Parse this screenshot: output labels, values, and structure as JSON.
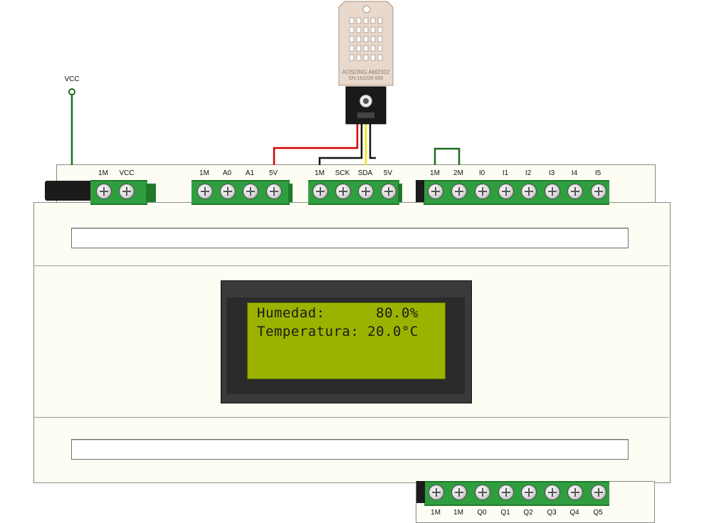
{
  "vcc_label": "VCC",
  "sensor": {
    "brand": "AOSONG AM2302",
    "serial": "SN:161026 806"
  },
  "top_labels": {
    "block1": [
      "1M",
      "VCC"
    ],
    "block2": [
      "1M",
      "A0",
      "A1",
      "5V"
    ],
    "block3": [
      "1M",
      "SCK",
      "SDA",
      "5V"
    ],
    "block4": [
      "1M",
      "2M",
      "I0",
      "I1",
      "I2",
      "I3",
      "I4",
      "I5"
    ]
  },
  "bottom_labels": [
    "1M",
    "1M",
    "Q0",
    "Q1",
    "Q2",
    "Q3",
    "Q4",
    "Q5"
  ],
  "lcd": {
    "line1": "Humedad:      80.0%",
    "line2": "Temperatura: 20.0°C"
  },
  "colors": {
    "wire_red": "#d40000",
    "wire_black": "#111111",
    "wire_yellow": "#f2e600",
    "wire_green": "#1e6b1e",
    "terminal_green": "#2f9e3f",
    "lcd_green": "#9bb300"
  }
}
